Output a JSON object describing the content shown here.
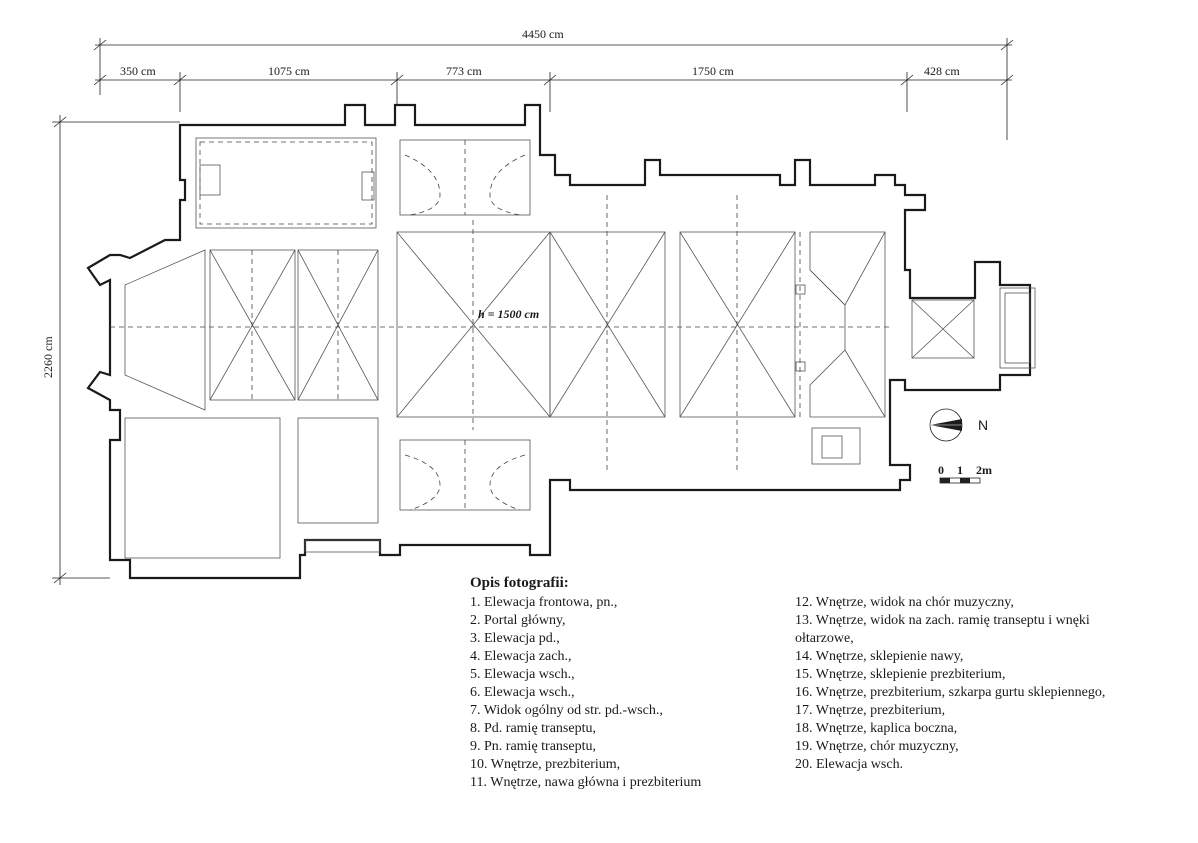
{
  "dimensions": {
    "total": "4450 cm",
    "segments": [
      "350 cm",
      "1075 cm",
      "773 cm",
      "1750 cm",
      "428 cm"
    ],
    "width": "2260 cm"
  },
  "plan": {
    "height_label": "h = 1500 cm",
    "north_label": "N",
    "scale": [
      "0",
      "1",
      "2m"
    ]
  },
  "caption": {
    "title": "Opis fotografii:",
    "left_items": [
      "1. Elewacja frontowa, pn.,",
      "2. Portal główny,",
      "3. Elewacja pd.,",
      "4. Elewacja zach.,",
      "5. Elewacja wsch.,",
      "6. Elewacja wsch.,",
      "7. Widok ogólny od str. pd.-wsch.,",
      "8. Pd. ramię transeptu,",
      "9. Pn. ramię transeptu,",
      "10. Wnętrze, prezbiterium,",
      "11. Wnętrze, nawa główna i prezbiterium"
    ],
    "right_items": [
      "12. Wnętrze, widok na chór muzyczny,",
      "13. Wnętrze, widok na zach. ramię transeptu i wnęki ołtarzowe,",
      "14. Wnętrze, sklepienie nawy,",
      "15. Wnętrze, sklepienie prezbiterium,",
      "16. Wnętrze, prezbiterium, szkarpa gurtu sklepiennego,",
      "17. Wnętrze, prezbiterium,",
      "18. Wnętrze, kaplica boczna,",
      "19. Wnętrze, chór muzyczny,",
      "20. Elewacja wsch."
    ]
  }
}
